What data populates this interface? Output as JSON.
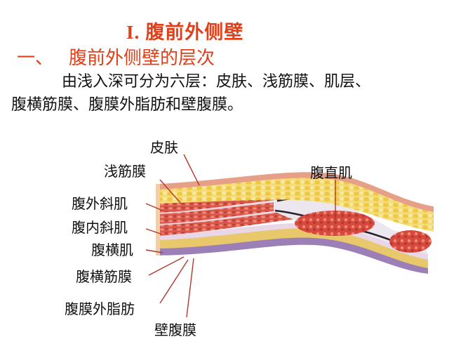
{
  "heading": {
    "roman": "I.",
    "title": "腹前外侧壁"
  },
  "section": {
    "number": "一、",
    "title": "腹前外侧壁的层次"
  },
  "paragraph": {
    "line1": "由浅入深可分为六层：皮肤、浅筋膜、肌层、",
    "line2": "腹横筋膜、腹膜外脂肪和壁腹膜。"
  },
  "diagram": {
    "labels": {
      "skin": "皮肤",
      "superficial_fascia": "浅筋膜",
      "external_oblique": "腹外斜肌",
      "internal_oblique": "腹内斜肌",
      "transversus_abdominis": "腹横肌",
      "transversalis_fascia": "腹横筋膜",
      "extraperitoneal_fat": "腹膜外脂肪",
      "parietal_peritoneum": "壁腹膜",
      "rectus_abdominis": "腹直肌"
    },
    "colors": {
      "heading": "#e0401a",
      "skin": "#e8a890",
      "fat": "#f2d35a",
      "muscle": "#d9564a",
      "fascia": "#e9d6e6",
      "peritoneum": "#8c6ea8",
      "leader_line": "#b0382e"
    }
  }
}
